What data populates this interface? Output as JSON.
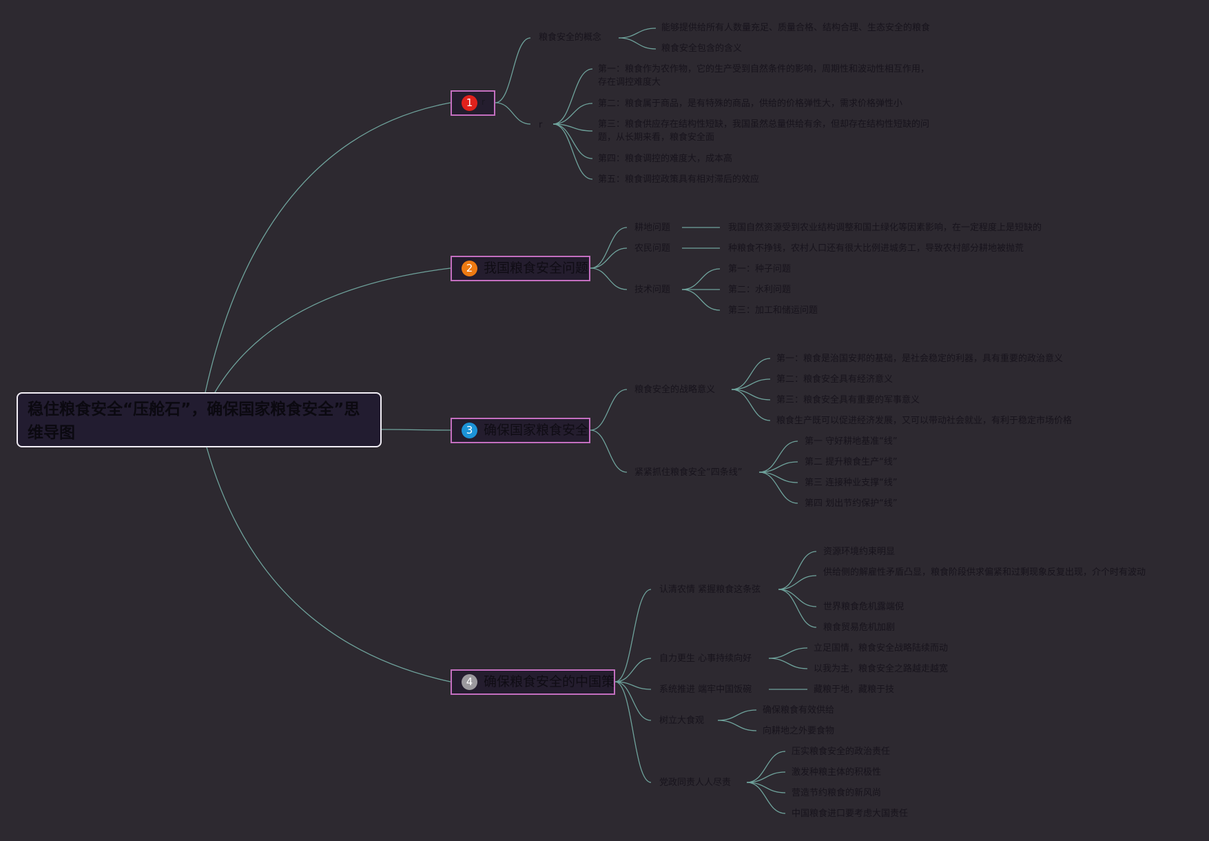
{
  "root": {
    "title": "稳住粮食安全“压舱石”，确保国家粮食安全”思维导图"
  },
  "colors": {
    "background": "#2d2930",
    "link": "#6fa39c",
    "branch_border": "#c46fc0",
    "badge1": "#e0221c",
    "badge2": "#ee7a12",
    "badge3": "#1c93d8",
    "badge4": "#9c9a9e"
  },
  "branches": [
    {
      "badge": "1",
      "label": "r",
      "children": [
        {
          "label": "粮食安全的概念",
          "children": [
            "能够提供给所有人数量充足、质量合格、结构合理、生态安全的粮食",
            "粮食安全包含的含义"
          ]
        },
        {
          "label": "r",
          "children": [
            "第一：粮食作为农作物，它的生产受到自然条件的影响，周期性和波动性相互作用，存在调控难度大",
            "第二：粮食属于商品，是有特殊的商品，供给的价格弹性大，需求价格弹性小",
            "第三：粮食供应存在结构性短缺，我国虽然总量供给有余，但却存在结构性短缺的问题，从长期来看，粮食安全面",
            "第四：粮食调控的难度大，成本高",
            "第五：粮食调控政策具有相对滞后的效应"
          ]
        }
      ]
    },
    {
      "badge": "2",
      "label": "我国粮食安全问题",
      "children": [
        {
          "label": "耕地问题",
          "children": [
            "我国自然资源受到农业结构调整和国土绿化等因素影响，在一定程度上是短缺的"
          ]
        },
        {
          "label": "农民问题",
          "children": [
            "种粮食不挣钱，农村人口还有很大比例进城务工，导致农村部分耕地被抛荒"
          ]
        },
        {
          "label": "技术问题",
          "children": [
            "第一：种子问题",
            "第二：水利问题",
            "第三：加工和储运问题"
          ]
        }
      ]
    },
    {
      "badge": "3",
      "label": "确保国家粮食安全",
      "children": [
        {
          "label": "粮食安全的战略意义",
          "children": [
            "第一：粮食是治国安邦的基础，是社会稳定的利器，具有重要的政治意义",
            "第二：粮食安全具有经济意义",
            "第三：粮食安全具有重要的军事意义",
            "粮食生产既可以促进经济发展，又可以带动社会就业，有利于稳定市场价格"
          ]
        },
        {
          "label": "紧紧抓住粮食安全“四条线”",
          "children": [
            "第一 守好耕地基准“线”",
            "第二 提升粮食生产“线”",
            "第三 连接种业支撑“线”",
            "第四 划出节约保护“线”"
          ]
        }
      ]
    },
    {
      "badge": "4",
      "label": "确保粮食安全的中国策",
      "children": [
        {
          "label": "认清农情 紧握粮食这条弦",
          "children": [
            "资源环境约束明显",
            "供给侧的解雇性矛盾凸显，粮食阶段供求偏紧和过剩现象反复出现，介个时有波动",
            "世界粮食危机露端倪",
            "粮食贸易危机加剧"
          ]
        },
        {
          "label": "自力更生 心事持续向好",
          "children": [
            "立足国情，粮食安全战略陆续而动",
            "以我为主，粮食安全之路越走越宽"
          ]
        },
        {
          "label": "系统推进 端牢中国饭碗",
          "children": [
            "藏粮于地，藏粮于技"
          ]
        },
        {
          "label": "树立大食观",
          "children": [
            "确保粮食有效供给",
            "向耕地之外要食物"
          ]
        },
        {
          "label": "党政同责人人尽责",
          "children": [
            "压实粮食安全的政治责任",
            "激发种粮主体的积极性",
            "营造节约粮食的新风尚",
            "中国粮食进口要考虑大国责任"
          ]
        }
      ]
    }
  ]
}
